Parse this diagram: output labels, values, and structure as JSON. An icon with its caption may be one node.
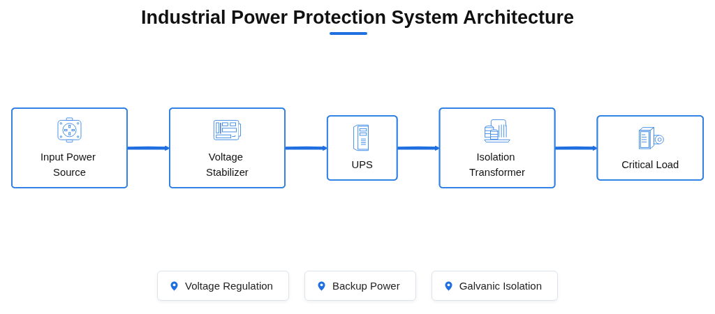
{
  "diagram": {
    "title": "Industrial Power Protection System Architecture",
    "nodes": [
      {
        "text": [
          "Input Power Source"
        ]
      },
      {
        "text": [
          "Voltage Stabilizer"
        ]
      },
      {
        "text": [
          "UPS"
        ]
      },
      {
        "text": [
          "Isolation Transformer"
        ]
      },
      {
        "text": [
          "Critical Load"
        ]
      }
    ],
    "edges": [
      {
        "from": 0,
        "to": 1,
        "arrow": "to"
      },
      {
        "from": 1,
        "to": 2,
        "arrow": "to"
      },
      {
        "from": 2,
        "to": 3,
        "arrow": "to"
      },
      {
        "from": 3,
        "to": 4,
        "arrow": "to"
      }
    ],
    "labels": [
      "Voltage Regulation",
      "Backup Power",
      "Galvanic Isolation"
    ]
  }
}
